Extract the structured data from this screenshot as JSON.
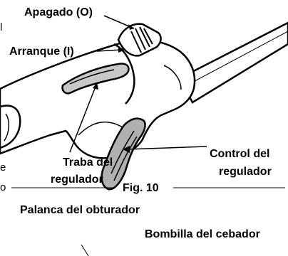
{
  "labels": {
    "apagado": "Apagado (O)",
    "arranque": "Arranque (I)",
    "traba_line1": "Traba del",
    "traba_line2": "regulador",
    "control_line1": "Control del",
    "control_line2": "regulador",
    "palanca": "Palanca del obturador",
    "bombilla": "Bombilla del cebador"
  },
  "caption": {
    "figure": "Fig. 10"
  },
  "edge_fragments": {
    "left_top": "l",
    "left_mid": "e",
    "left_low": "o"
  }
}
